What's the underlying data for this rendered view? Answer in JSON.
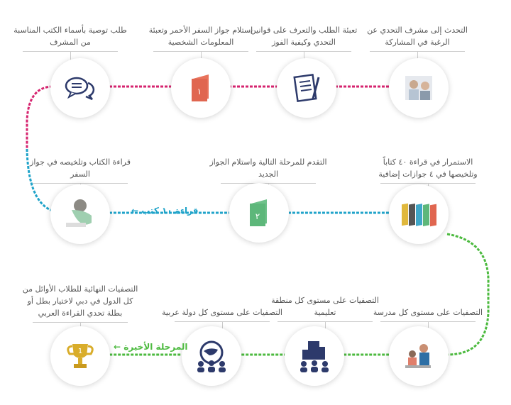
{
  "colors": {
    "magenta": "#d6246f",
    "blue": "#1fa3c9",
    "green": "#4cba3f"
  },
  "steps": [
    {
      "text": "التحدث إلى مشرف التحدي عن الرغبة في المشاركة",
      "icon": "meeting-icon"
    },
    {
      "text": "تعبئة الطلب والتعرف على قوانين التحدي وكيفية الفوز",
      "icon": "form-pen-icon"
    },
    {
      "text": "استلام جواز السفر الأحمر وتعبئة المعلومات الشخصية",
      "icon": "red-passport-icon",
      "badge": "١"
    },
    {
      "text": "طلب توصية بأسماء الكتب المناسبة من المشرف",
      "icon": "chat-bubbles-icon"
    },
    {
      "text": "قراءة الكتاب وتلخيصه في جواز السفر",
      "icon": "girl-reading-icon"
    },
    {
      "text": "التقدم للمرحلة التالية واستلام الجواز الجديد",
      "icon": "green-passport-icon",
      "badge": "٢"
    },
    {
      "text": "الاستمرار في قراءة ٤٠ كتاباً وتلخيصها في ٤ جوازات إضافية",
      "icon": "passports-stack-icon"
    },
    {
      "text": "التصفيات على مستوى كل مدرسة",
      "icon": "school-icon"
    },
    {
      "text": "التصفيات على مستوى كل منطقة تعليمية",
      "icon": "buildings-people-icon"
    },
    {
      "text": "التصفيات على مستوى كل دولة عربية",
      "icon": "arab-map-people-icon"
    },
    {
      "text": "التصفيات النهائية للطلاب الأوائل من كل الدول في دبي لاختيار بطل أو بطلة تحدي القراءة العربي",
      "icon": "trophy-icon",
      "badge": "1"
    }
  ],
  "labels": {
    "read_ten": "قراءة ١٠ كتب ←",
    "final_stage": "المرحلة الأخيرة ←"
  }
}
